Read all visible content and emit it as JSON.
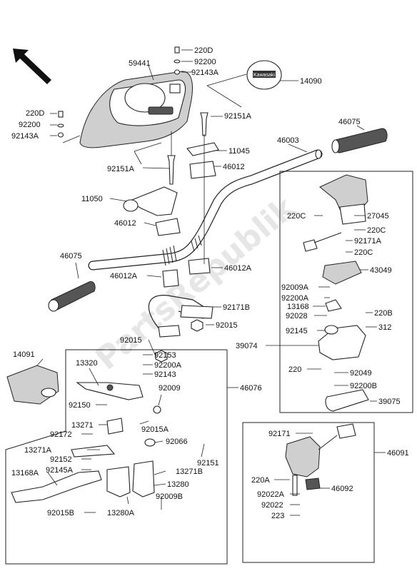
{
  "watermark": "PartsRepublik",
  "emblem_text": "Kawasaki",
  "labels": {
    "p220D_top": "220D",
    "p92200_top": "92200",
    "p92143A_top": "92143A",
    "p59441": "59441",
    "p14090": "14090",
    "p220D_left": "220D",
    "p92200_left": "92200",
    "p92143A_left": "92143A",
    "p92151A_top": "92151A",
    "p46075_top": "46075",
    "p46003": "46003",
    "p11045": "11045",
    "p92151A_mid": "92151A",
    "p46012_top": "46012",
    "p11050": "11050",
    "p46012_mid": "46012",
    "p46075_left": "46075",
    "p46012A_left": "46012A",
    "p46012A_right": "46012A",
    "p92171B": "92171B",
    "p92015_mid": "92015",
    "p92015_left": "92015",
    "p220C_a": "220C",
    "p27045": "27045",
    "p220C_b": "220C",
    "p92171A": "92171A",
    "p220C_c": "220C",
    "p43049": "43049",
    "p92009A": "92009A",
    "p92200A_r": "92200A",
    "p13168": "13168",
    "p92028": "92028",
    "p220B": "220B",
    "p92145": "92145",
    "p312": "312",
    "p39074": "39074",
    "p220": "220",
    "p92049": "92049",
    "p92200B": "92200B",
    "p39075": "39075",
    "p14091": "14091",
    "p92153": "92153",
    "p92200A_l": "92200A",
    "p13320": "13320",
    "p92143": "92143",
    "p46076": "46076",
    "p92009": "92009",
    "p92150": "92150",
    "p13271": "13271",
    "p92015A": "92015A",
    "p92172": "92172",
    "p13271A": "13271A",
    "p92066": "92066",
    "p92151": "92151",
    "p92152": "92152",
    "p92145A": "92145A",
    "p13271B": "13271B",
    "p13168A": "13168A",
    "p13280": "13280",
    "p92009B": "92009B",
    "p92015B": "92015B",
    "p13280A": "13280A",
    "p92171": "92171",
    "p46091": "46091",
    "p220A": "220A",
    "p46092": "46092",
    "p92022A": "92022A",
    "p92022": "92022",
    "p223": "223"
  }
}
